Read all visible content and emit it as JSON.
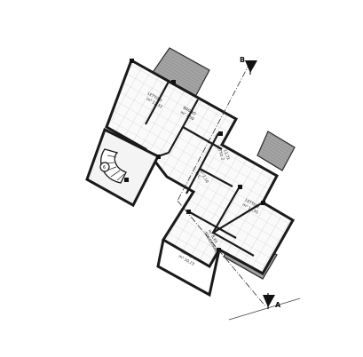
{
  "plan": {
    "section_markers": {
      "top": "B",
      "bottom": "A"
    },
    "stair_number": "6",
    "rooms": [
      {
        "id": "r1",
        "name": "LETTO 3",
        "area": "m² 12,33"
      },
      {
        "id": "r2",
        "name": "BAGNO",
        "area": "m² 7,50"
      },
      {
        "id": "r3",
        "name": "LETTO 2",
        "area": "m² 11,71"
      },
      {
        "id": "r4",
        "name": "W.C.",
        "area": "m² 2,10"
      },
      {
        "id": "r5",
        "name": "LETTO 1",
        "area": "m² 13,55"
      },
      {
        "id": "r6",
        "name": "SOGGIORNO",
        "area": "m² 8,65"
      },
      {
        "id": "r7",
        "name": "LETTO 4",
        "area": "m² 10,23"
      }
    ],
    "colors": {
      "wall": "#1a1a1a",
      "terrace": "#9a9a9a",
      "tile_line": "#b8b8b8",
      "section_line": "#333333"
    }
  }
}
